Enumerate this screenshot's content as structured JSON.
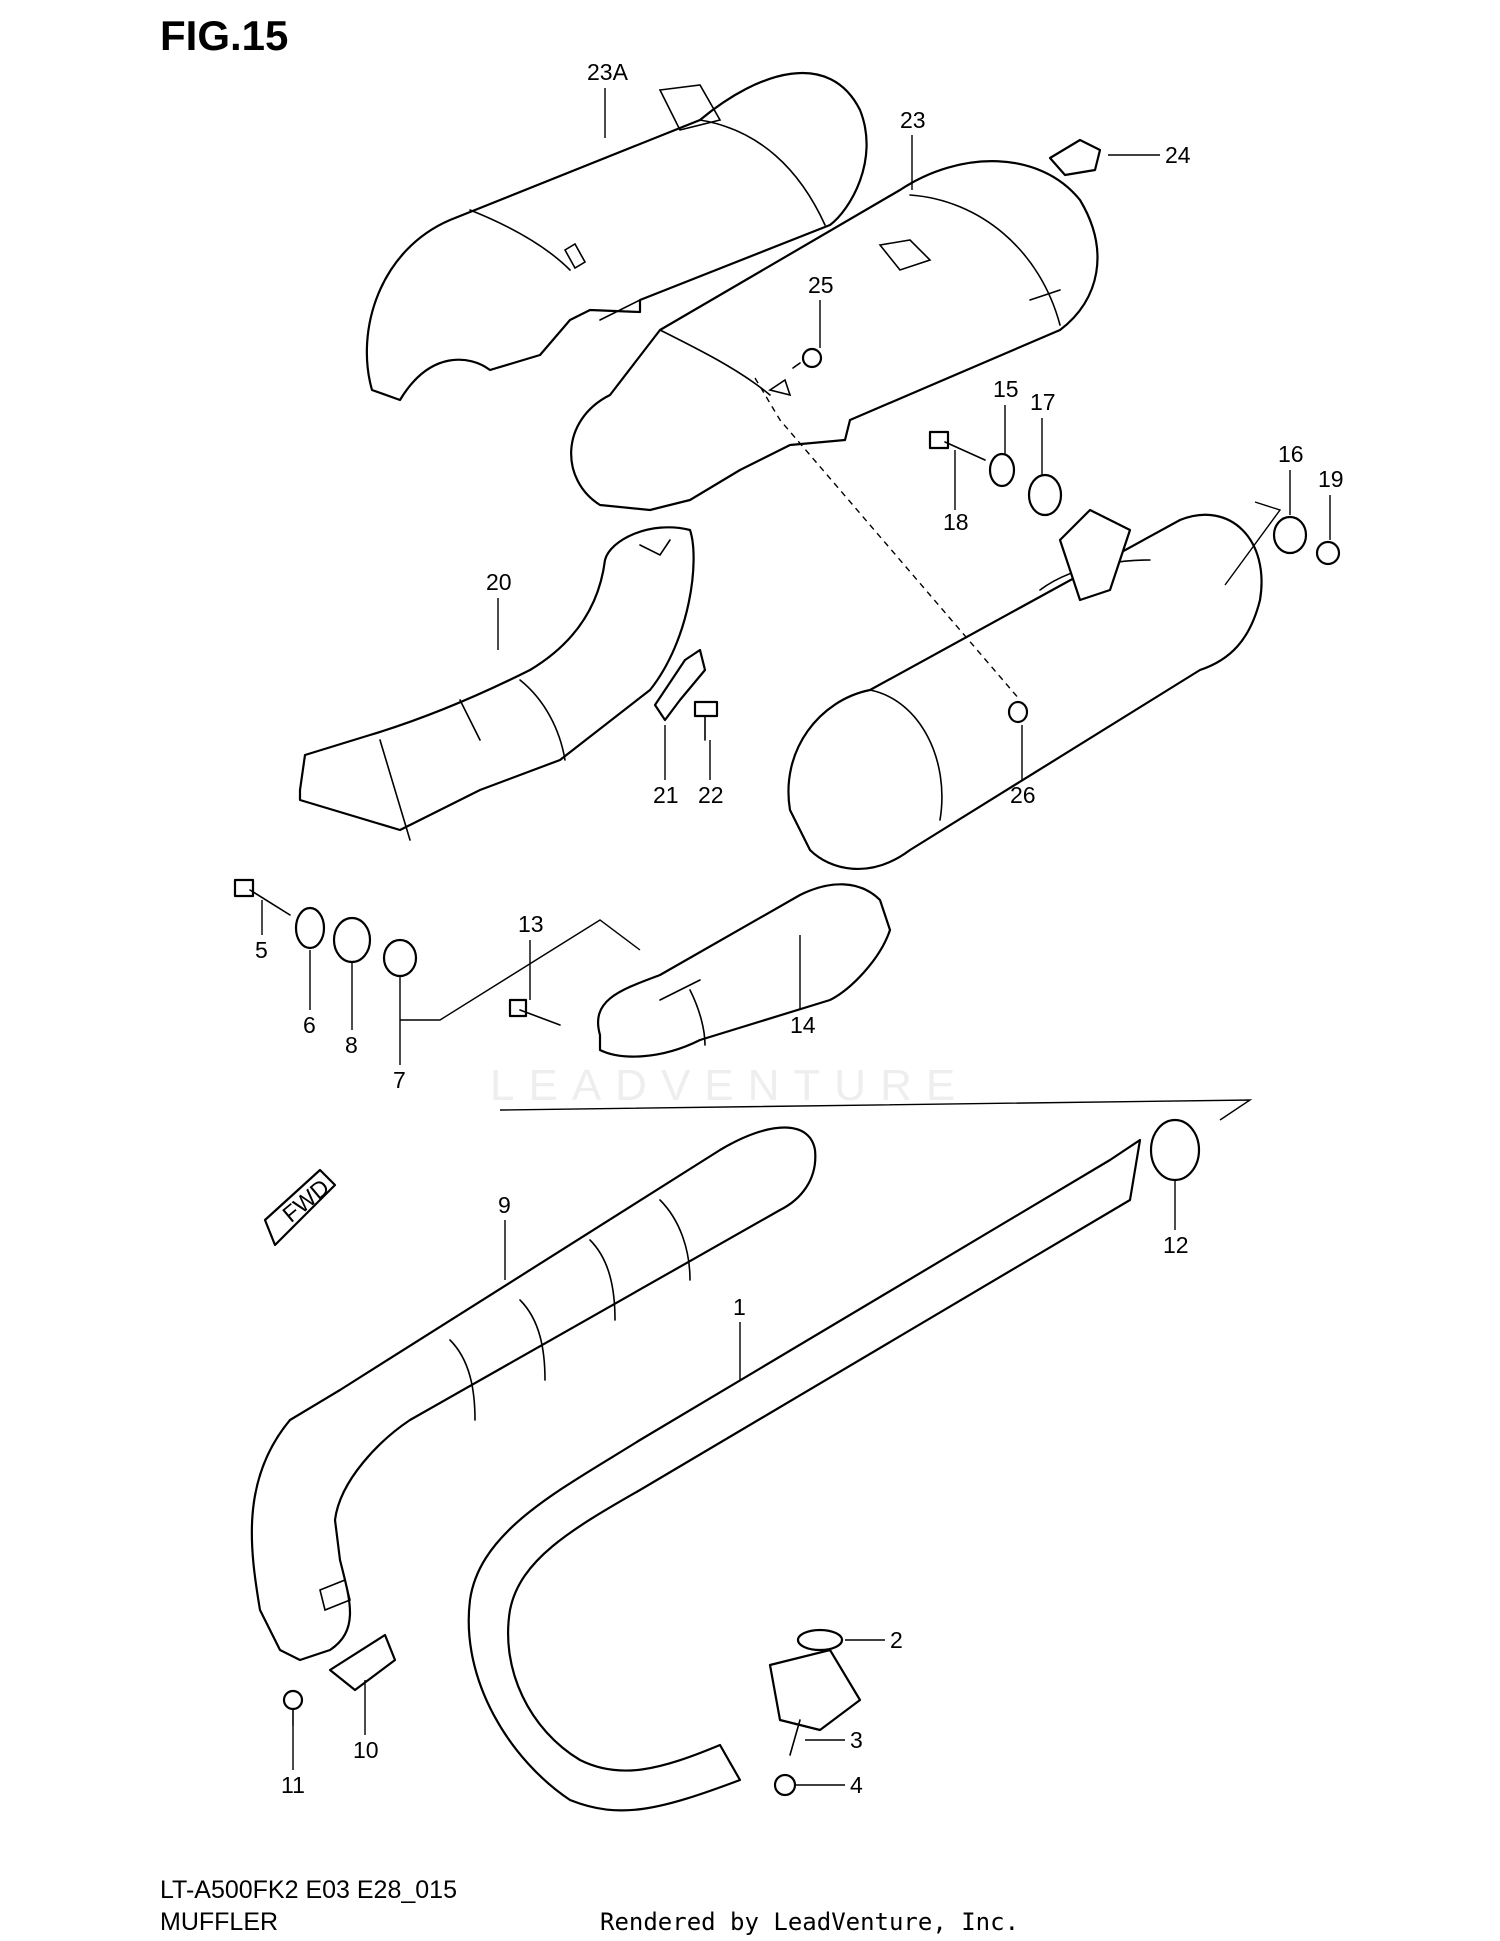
{
  "figure": {
    "title": "FIG.15",
    "code": "LT-A500FK2 E03 E28_015",
    "caption": "MUFFLER",
    "rendered_by": "Rendered by LeadVenture, Inc.",
    "watermark": "LEADVENTURE",
    "direction_label": "FWD"
  },
  "callouts": [
    {
      "id": "c23a",
      "label": "23A"
    },
    {
      "id": "c23",
      "label": "23"
    },
    {
      "id": "c24",
      "label": "24"
    },
    {
      "id": "c25",
      "label": "25"
    },
    {
      "id": "c15",
      "label": "15"
    },
    {
      "id": "c17",
      "label": "17"
    },
    {
      "id": "c16",
      "label": "16"
    },
    {
      "id": "c19",
      "label": "19"
    },
    {
      "id": "c18",
      "label": "18"
    },
    {
      "id": "c20",
      "label": "20"
    },
    {
      "id": "c21",
      "label": "21"
    },
    {
      "id": "c22",
      "label": "22"
    },
    {
      "id": "c26",
      "label": "26"
    },
    {
      "id": "c13",
      "label": "13"
    },
    {
      "id": "c5",
      "label": "5"
    },
    {
      "id": "c6",
      "label": "6"
    },
    {
      "id": "c8",
      "label": "8"
    },
    {
      "id": "c7",
      "label": "7"
    },
    {
      "id": "c14",
      "label": "14"
    },
    {
      "id": "c9",
      "label": "9"
    },
    {
      "id": "c12",
      "label": "12"
    },
    {
      "id": "c1",
      "label": "1"
    },
    {
      "id": "c2",
      "label": "2"
    },
    {
      "id": "c3",
      "label": "3"
    },
    {
      "id": "c4",
      "label": "4"
    },
    {
      "id": "c10",
      "label": "10"
    },
    {
      "id": "c11",
      "label": "11"
    }
  ]
}
